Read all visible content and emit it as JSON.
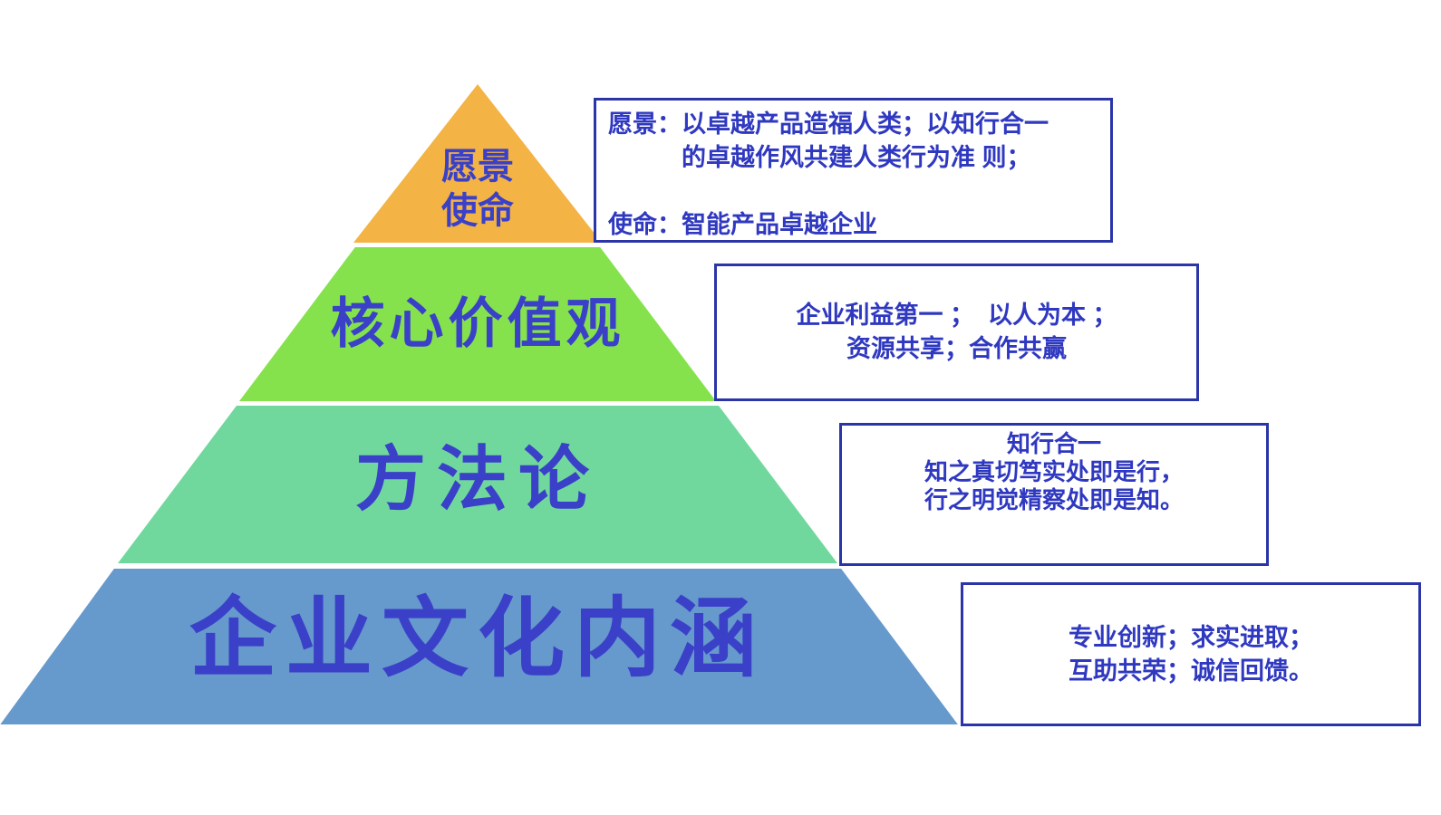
{
  "diagram_type": "pyramid",
  "colors": {
    "background": "#FFFFFF",
    "level_vision_mission": "#F3B345",
    "level_core_values": "#85E24D",
    "level_methodology": "#70D89D",
    "level_culture": "#6699CC",
    "label_text": "#3A41C8",
    "note_border": "#2B35A8",
    "note_text": "#2F38C0"
  },
  "pyramid": {
    "levels": [
      {
        "id": "vision-mission",
        "label": "愿景\n使命",
        "color": "#F3B345"
      },
      {
        "id": "core-values",
        "label": "核心价值观",
        "color": "#85E24D"
      },
      {
        "id": "methodology",
        "label": "方法论",
        "color": "#70D89D"
      },
      {
        "id": "culture",
        "label": "企业文化内涵",
        "color": "#6699CC"
      }
    ]
  },
  "annotations": [
    {
      "for": "vision-mission",
      "text": "愿景：以卓越产品造福人类；以知行合一\n　　　的卓越作风共建人类行为准 则；\n\n使命：智能产品卓越企业"
    },
    {
      "for": "core-values",
      "text": "企业利益第一 ；  以人为本 ；\n资源共享；合作共赢"
    },
    {
      "for": "methodology",
      "text": "知行合一\n知之真切笃实处即是行，\n行之明觉精察处即是知。"
    },
    {
      "for": "culture",
      "text": "专业创新；求实进取；\n互助共荣；诚信回馈。"
    }
  ]
}
